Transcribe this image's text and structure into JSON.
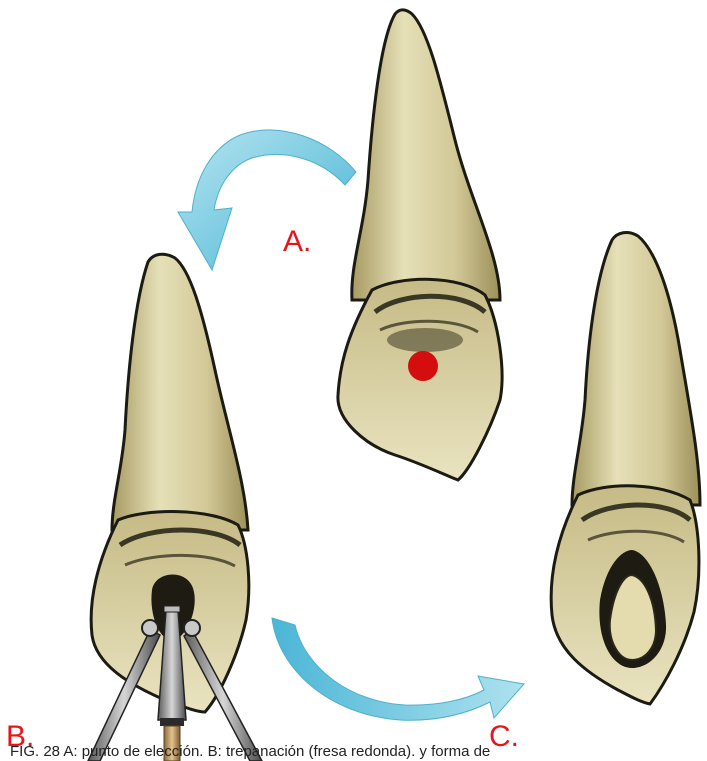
{
  "labels": {
    "step_a": "A.",
    "step_b": "B.",
    "step_c": "C."
  },
  "caption": "FIG. 28 A: punto de elección. B: trepanación (fresa redonda). y forma de",
  "colors": {
    "tooth_fill": "#d9d1a3",
    "tooth_outline": "#1b1b14",
    "access_point": "#d40e0e",
    "arrow": "#6cc6dd",
    "label": "#e8141c",
    "handpiece": "#8c8c8c",
    "handpiece_shaft": "#c49a5b"
  },
  "icons": {
    "arrow_a_to_b": "curved-arrow-icon",
    "arrow_b_to_c": "curved-arrow-icon",
    "handpiece": "dental-handpiece-icon"
  }
}
